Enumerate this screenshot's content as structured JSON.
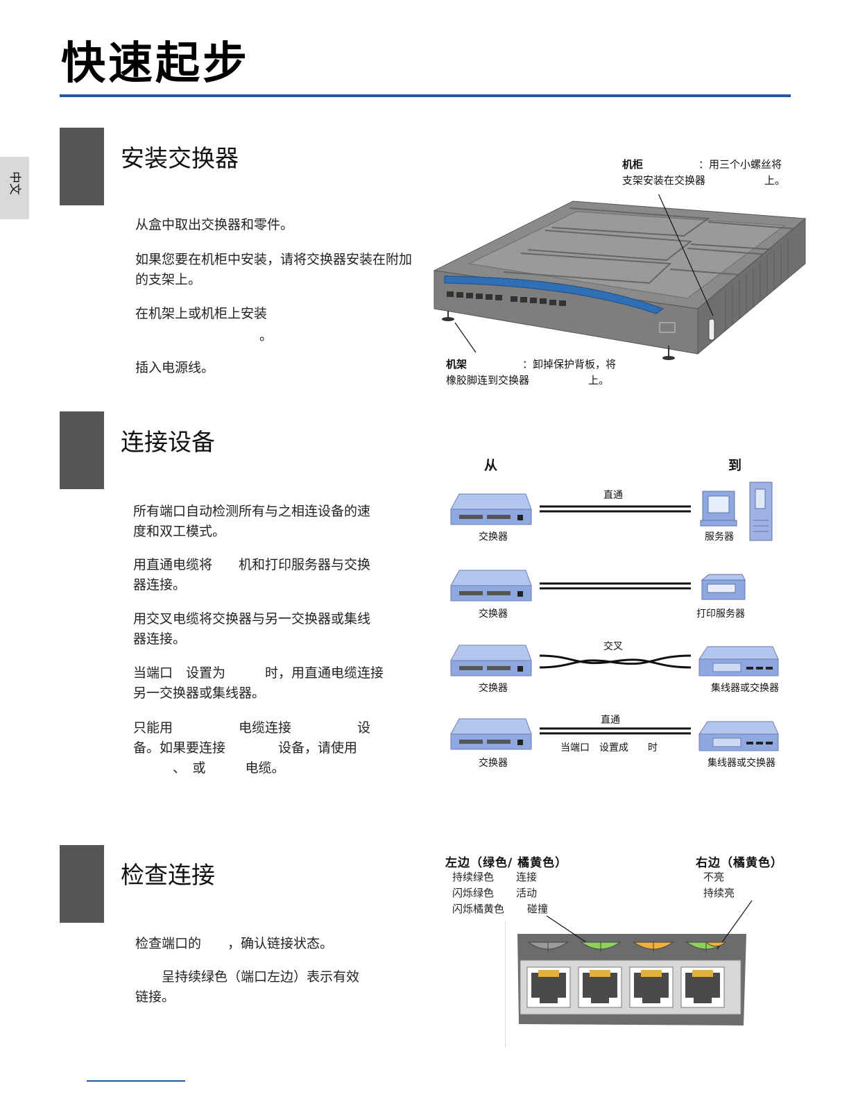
{
  "page": {
    "title": "快速起步",
    "language_tab": "中文"
  },
  "section1": {
    "title": "安装交换器",
    "steps": [
      "从盒中取出交换器和零件。",
      "如果您要在机柜中安装，请将交换器安装在附加的支架上。",
      "在机架上或机柜上安装",
      "。",
      "插入电源线。"
    ],
    "cabinet_callout": {
      "title": "机柜",
      "line1": "：用三个小螺丝将",
      "line2a": "支架安装在交换器",
      "line2b": "上。"
    },
    "rack_callout": {
      "title": "机架",
      "line1": "：卸掉保护背板，将",
      "line2a": "橡胶脚连到交换器",
      "line2b": "上。"
    }
  },
  "section2": {
    "title": "连接设备",
    "paragraphs": [
      [
        "所有端口自动检测所有与之相连设备的速",
        "度和双工模式。"
      ],
      [
        "用直通电缆将　　机和打印服务器与交换",
        "器连接。"
      ],
      [
        "用交叉电缆将交换器与另一交换器或集线",
        "器连接。"
      ],
      [
        "当端口　设置为　　　时，用直通电缆连接",
        "另一交换器或集线器。"
      ],
      [
        "只能用　　　　　电缆连接　　　　　设",
        "备。如果要连接　　　　设备，请使用",
        "　　　、　或　　　电缆。"
      ]
    ],
    "diagram": {
      "from_label": "从",
      "to_label": "到",
      "rows": [
        {
          "cable_label": "直通",
          "from_device": "交换器",
          "to_device": "服务器",
          "note": ""
        },
        {
          "cable_label": "",
          "from_device": "交换器",
          "to_device": "打印服务器",
          "note": ""
        },
        {
          "cable_label": "交叉",
          "from_device": "交换器",
          "to_device": "集线器或交换器",
          "note": ""
        },
        {
          "cable_label": "直通",
          "from_device": "交换器",
          "to_device": "集线器或交换器",
          "note": "当端口　设置成　　时"
        }
      ]
    }
  },
  "section3": {
    "title": "检查连接",
    "paragraphs": [
      [
        "检查端口的　　，确认链接状态。"
      ],
      [
        "　　呈持续绿色（端口左边）表示有效",
        "链接。"
      ]
    ],
    "led_left": {
      "heading": "左边（绿色/ 橘黄色）",
      "rows": [
        {
          "state": "持续绿色",
          "meaning": "连接"
        },
        {
          "state": "闪烁绿色",
          "meaning": "活动"
        },
        {
          "state": "闪烁橘黄色",
          "meaning": "碰撞"
        }
      ]
    },
    "led_right": {
      "heading": "右边（橘黄色）",
      "rows": [
        {
          "state": "不亮"
        },
        {
          "state": "持续亮"
        }
      ]
    }
  },
  "colors": {
    "accent_blue": "#2157a3",
    "step_block": "#555555",
    "device_blue": "#8fa8e0",
    "led_green": "#7fbf4a",
    "led_amber": "#e6a12a"
  }
}
